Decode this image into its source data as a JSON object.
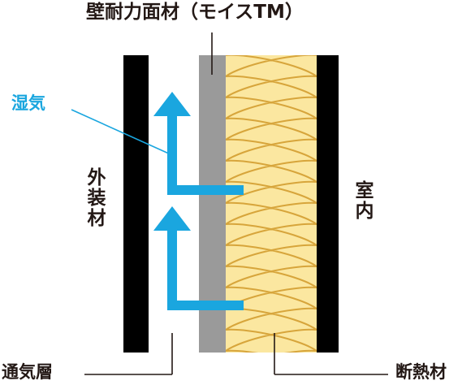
{
  "labels": {
    "board": "壁耐力面材（モイスTM）",
    "moisture": "湿気",
    "exterior": "外装材",
    "interior": "室内",
    "air_layer": "通気層",
    "insulation": "断熱材"
  },
  "colors": {
    "black": "#000000",
    "board_gray": "#9a9a9a",
    "insulation_fill": "#fbe7a0",
    "insulation_line": "#d7a53b",
    "arrow_blue": "#1aa6df",
    "moisture_text": "#1aa6df",
    "text": "#231815",
    "leader": "#231815"
  }
}
